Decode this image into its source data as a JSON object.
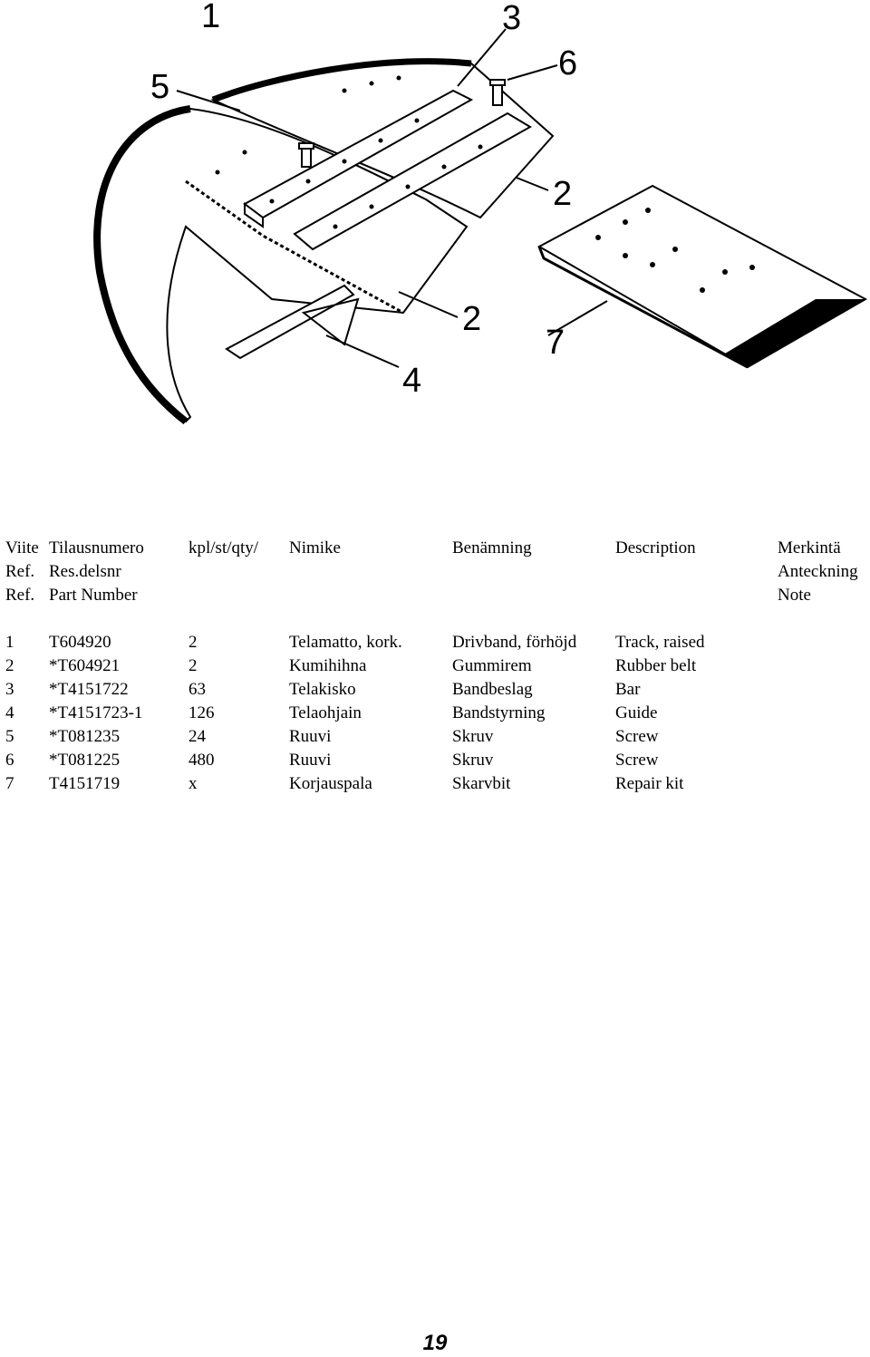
{
  "figure": {
    "callouts": [
      "1",
      "3",
      "6",
      "5",
      "2",
      "2",
      "7",
      "4"
    ]
  },
  "table": {
    "header": [
      [
        "Viite",
        "Tilausnumero",
        "kpl/st/qty/",
        "Nimike",
        "Benämning",
        "Description",
        "Merkintä"
      ],
      [
        "Ref.",
        "Res.delsnr",
        "",
        "",
        "",
        "",
        "Anteckning"
      ],
      [
        "Ref.",
        "Part Number",
        "",
        "",
        "",
        "",
        "Note"
      ]
    ],
    "rows": [
      [
        "1",
        "T604920",
        "2",
        "Telamatto, kork.",
        "Drivband, förhöjd",
        "Track, raised",
        ""
      ],
      [
        "2",
        "*T604921",
        "2",
        "Kumihihna",
        "Gummirem",
        "Rubber belt",
        ""
      ],
      [
        "3",
        "*T4151722",
        "63",
        "Telakisko",
        "Bandbeslag",
        "Bar",
        ""
      ],
      [
        "4",
        "*T4151723-1",
        "126",
        "Telaohjain",
        "Bandstyrning",
        "Guide",
        ""
      ],
      [
        "5",
        "*T081235",
        "24",
        "Ruuvi",
        "Skruv",
        "Screw",
        ""
      ],
      [
        "6",
        "*T081225",
        "480",
        "Ruuvi",
        "Skruv",
        "Screw",
        ""
      ],
      [
        "7",
        "T4151719",
        "x",
        "Korjauspala",
        "Skarvbit",
        "Repair kit",
        ""
      ]
    ]
  },
  "page_number": "19"
}
